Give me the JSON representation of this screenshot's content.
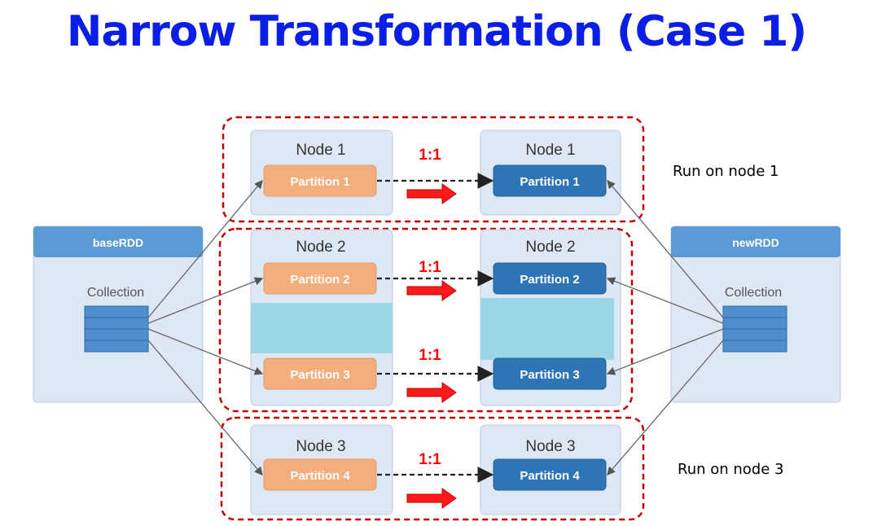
{
  "title": "Narrow Transformation (Case 1)",
  "left_rdd": {
    "header": "baseRDD",
    "label": "Collection"
  },
  "right_rdd": {
    "header": "newRDD",
    "label": "Collection"
  },
  "nodes": [
    {
      "source_node": "Node 1",
      "target_node": "Node 1",
      "source_partition": "Partition 1",
      "target_partition": "Partition 1",
      "ratio": "1:1"
    },
    {
      "source_node": "Node 2",
      "target_node": "Node 2",
      "source_partition": "Partition 2",
      "target_partition": "Partition 2",
      "ratio": "1:1"
    },
    {
      "source_node": "",
      "target_node": "",
      "source_partition": "Partition 3",
      "target_partition": "Partition 3",
      "ratio": "1:1"
    },
    {
      "source_node": "Node 3",
      "target_node": "Node 3",
      "source_partition": "Partition 4",
      "target_partition": "Partition 4",
      "ratio": "1:1"
    }
  ],
  "notes": {
    "run_node_1": "Run on node 1",
    "run_node_3": "Run on node 3"
  },
  "colors": {
    "title": "#0a1ee6",
    "source_partition": "#f4ae7e",
    "target_partition": "#2e75b6",
    "rdd_header": "#5b9bd5",
    "node_box": "#dde8f4",
    "ratio_text": "#ff0000",
    "group_border": "#c00000",
    "mask": "#9bd8e6"
  }
}
